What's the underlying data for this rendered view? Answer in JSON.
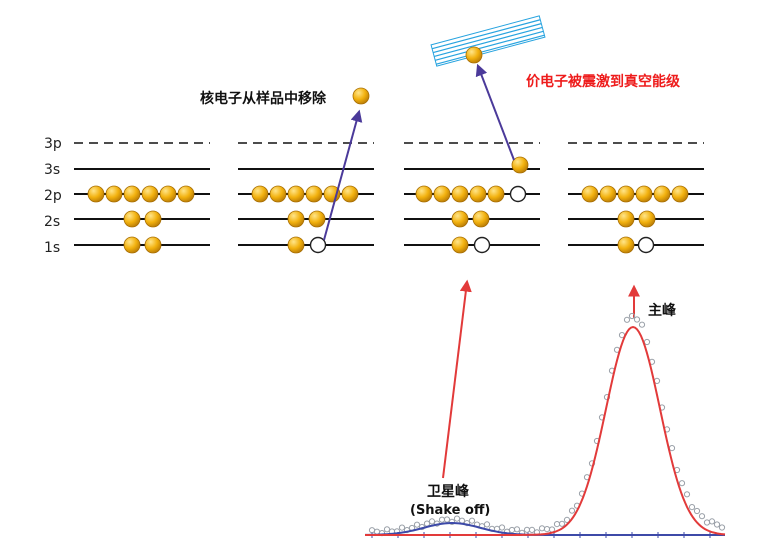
{
  "labels": {
    "core_removed": "核电子从样品中移除",
    "valence_excited": "价电子被震激到真空能级",
    "main_peak": "主峰",
    "satellite_peak": "卫星峰",
    "shake_off": "(Shake off)"
  },
  "levels": [
    "3p",
    "3s",
    "2p",
    "2s",
    "1s"
  ],
  "colors": {
    "electron": "#f2b10e",
    "arrow": "#4b3a9a",
    "red_line": "#e23a3a",
    "blue_curve": "#3d4aa8",
    "vacuum": "#27a3df",
    "red_text": "#ee1c1c"
  }
}
